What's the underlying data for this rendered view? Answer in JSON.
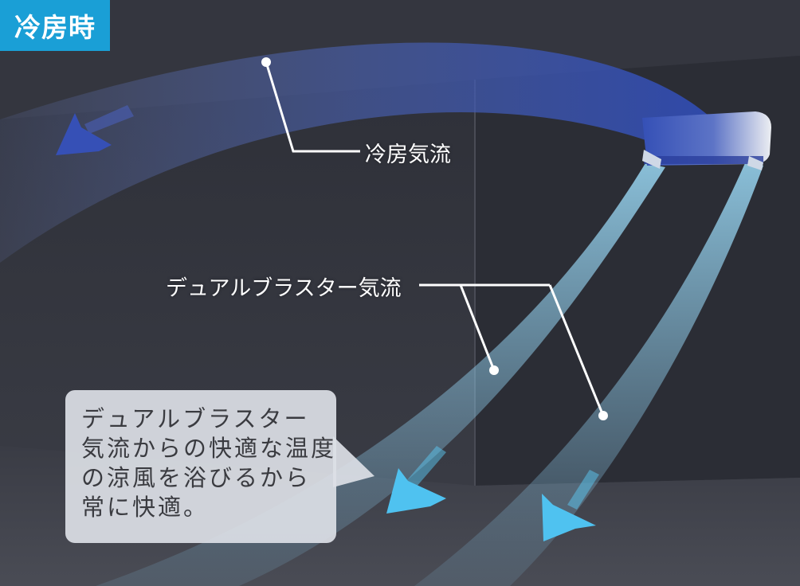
{
  "mode_badge": "冷房時",
  "labels": {
    "cooling_airflow": "冷房気流",
    "dual_blaster_airflow": "デュアルブラスター気流"
  },
  "callout": {
    "lines": [
      "デュアルブラスター",
      "気流からの快適な温度",
      "の涼風を浴びるから",
      "常に快適。"
    ]
  },
  "colors": {
    "badge": "#1a9fd6",
    "cooling_flow": "#3a56b8",
    "dual_flow": "#8fd3f2",
    "arrow_blue": "#2f4fb0",
    "arrow_light": "#5cc8f2",
    "background": "#2e3038"
  },
  "icons": [
    "air-conditioner-icon",
    "cooling-arrow-icon",
    "dual-arrow-icon"
  ]
}
